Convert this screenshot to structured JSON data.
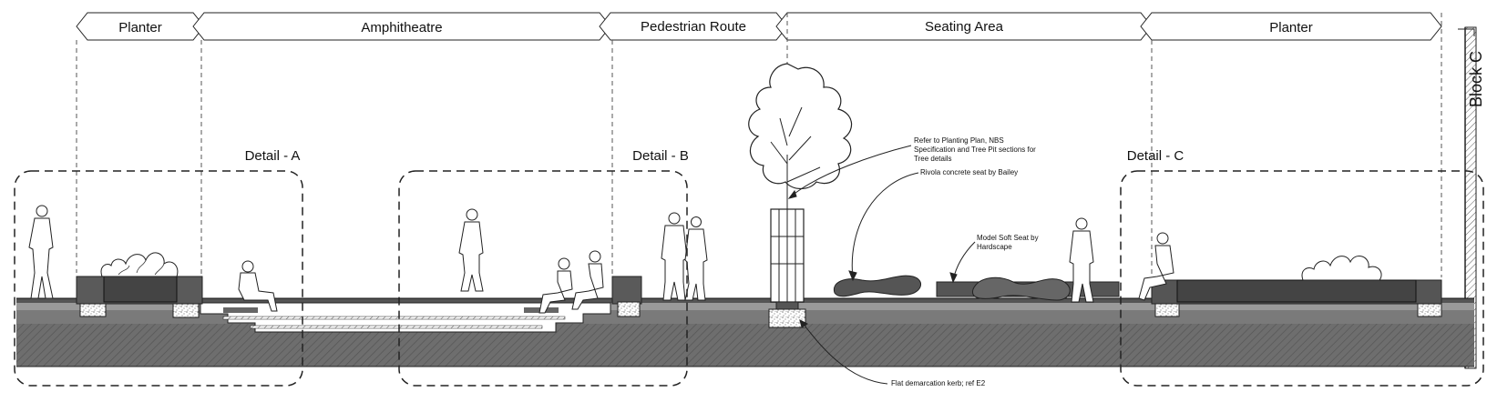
{
  "zones": [
    {
      "id": "planter-left",
      "label": "Planter"
    },
    {
      "id": "amphitheatre",
      "label": "Amphitheatre"
    },
    {
      "id": "pedestrian-route",
      "label": "Pedestrian Route"
    },
    {
      "id": "seating-area",
      "label": "Seating Area"
    },
    {
      "id": "planter-right",
      "label": "Planter"
    }
  ],
  "details": {
    "a": "Detail - A",
    "b": "Detail - B",
    "c": "Detail - C"
  },
  "block_label": "Block C",
  "annotations": {
    "tree_line1": "Refer to Planting Plan, NBS",
    "tree_line2": "Specification and Tree Pit sections for",
    "tree_line3": "Tree details",
    "rivola": "Rivola concrete seat by Bailey",
    "model_line1": "Model Soft Seat by",
    "model_line2": "Hardscape",
    "kerb": "Flat demarcation kerb; ref E2"
  },
  "colors": {
    "ground_dark": "#6b6b6b",
    "ground_mid": "#8a8a8a",
    "line": "#222222"
  }
}
